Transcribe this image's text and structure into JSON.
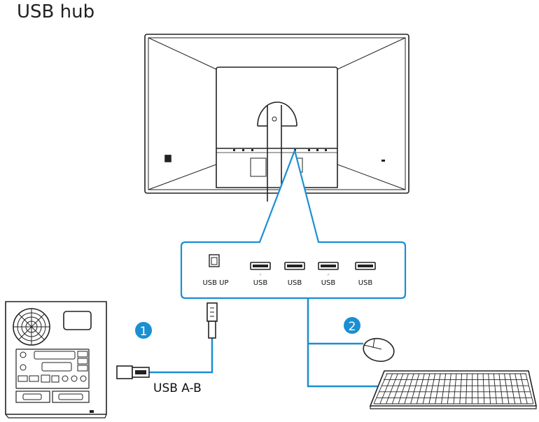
{
  "title": "USB hub",
  "ports": [
    {
      "label": "USB UP",
      "kind": "type-b"
    },
    {
      "label": "USB",
      "kind": "type-a",
      "charging": true
    },
    {
      "label": "USB",
      "kind": "type-a",
      "charging": false
    },
    {
      "label": "USB",
      "kind": "type-a",
      "charging": true
    },
    {
      "label": "USB",
      "kind": "type-a",
      "charging": false
    }
  ],
  "callouts": {
    "one": "1",
    "two": "2"
  },
  "cable_label": "USB A-B",
  "colors": {
    "accent": "#1a8fd1",
    "outline": "#222222"
  },
  "icons": [
    "monitor-back",
    "pc-tower",
    "usb-cable",
    "mouse",
    "keyboard"
  ]
}
